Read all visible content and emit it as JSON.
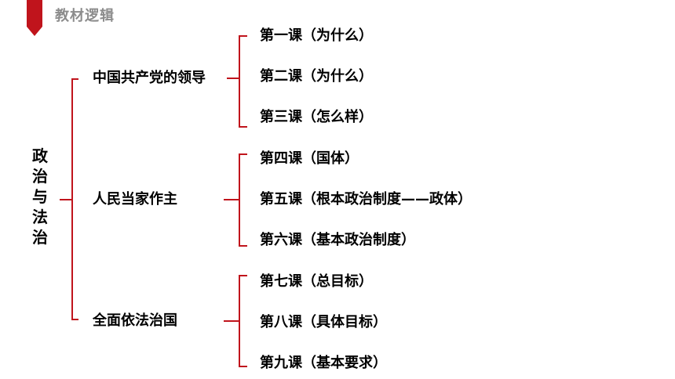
{
  "header": {
    "title": "教材逻辑",
    "accent_color": "#c0141c"
  },
  "root": {
    "chars": [
      "政",
      "治",
      "与",
      "法",
      "治"
    ]
  },
  "groups": [
    {
      "label": "中国共产党的领导",
      "lessons": [
        "第一课（为什么）",
        "第二课（为什么）",
        "第三课（怎么样）"
      ]
    },
    {
      "label": "人民当家作主",
      "lessons": [
        "第四课（国体）",
        "第五课（根本政治制度——政体）",
        "第六课（基本政治制度）"
      ]
    },
    {
      "label": "全面依法治国",
      "lessons": [
        "第七课（总目标）",
        "第八课（具体目标）",
        "第九课（基本要求）"
      ]
    }
  ],
  "colors": {
    "bracket": "#c0141c",
    "text": "#000000",
    "header_text": "#8c8c8c"
  }
}
